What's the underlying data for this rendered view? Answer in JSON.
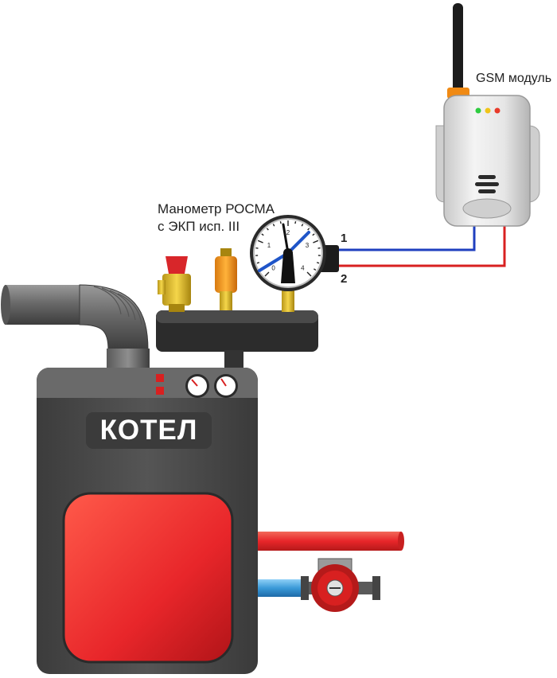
{
  "labels": {
    "gsm_module": "GSM модуль",
    "gauge_line1": "Манометр РОСМА",
    "gauge_line2": "с ЭКП исп. III",
    "wire_1": "1",
    "wire_2": "2",
    "boiler": "КОТЕЛ"
  },
  "gauge_scale": [
    "0",
    "1",
    "2",
    "3",
    "4"
  ],
  "colors": {
    "boiler_body": "#4a4a4a",
    "boiler_window": "#e8262a",
    "hot_pipe": "#e8262a",
    "cold_pipe": "#2f86c8",
    "wire_blue": "#1f3fbf",
    "wire_red": "#d82020",
    "gauge_needle": "#1f55c8",
    "led_green": "#2ecc40",
    "led_yellow": "#f0c419",
    "led_red": "#e83a2a"
  }
}
